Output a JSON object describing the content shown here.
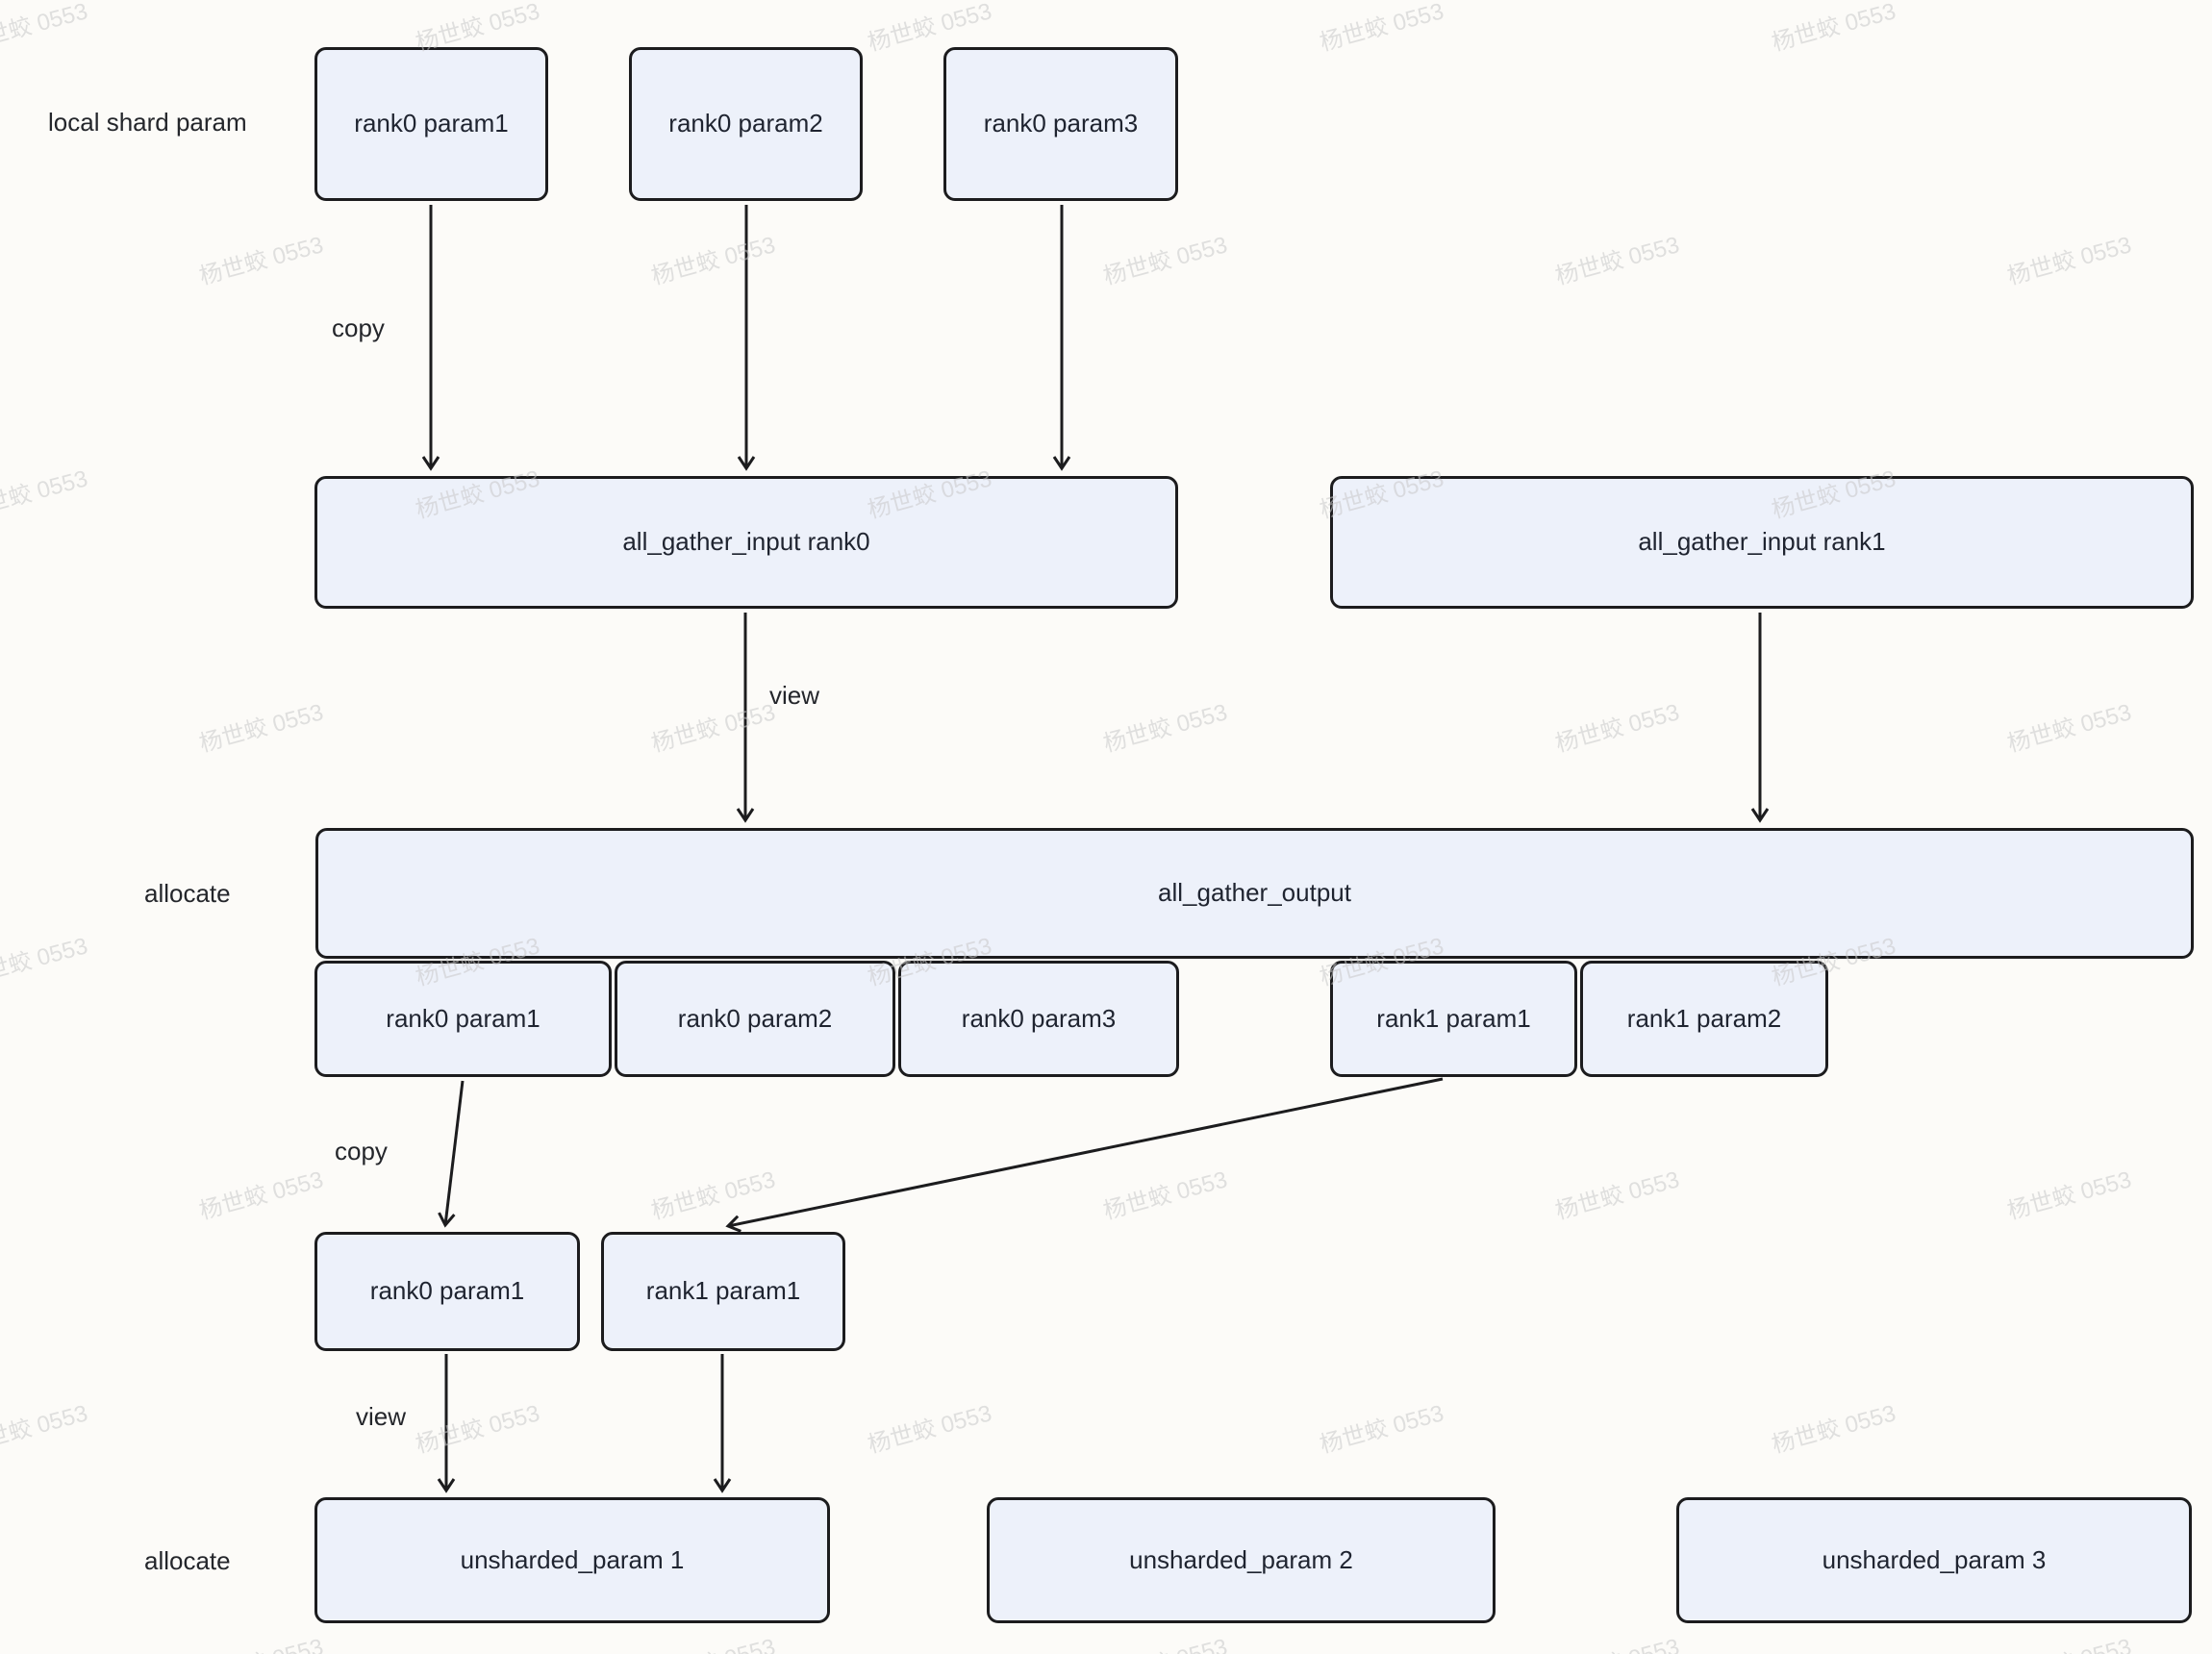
{
  "watermark": {
    "text": "杨世蛟 0553"
  },
  "labels": {
    "local_shard_param": "local shard param",
    "copy_top": "copy",
    "view_top": "view",
    "allocate_output": "allocate",
    "copy_bottom": "copy",
    "view_bottom": "view",
    "allocate_bottom": "allocate"
  },
  "nodes": {
    "local_shards": [
      "rank0 param1",
      "rank0 param2",
      "rank0 param3"
    ],
    "gather_inputs": [
      "all_gather_input rank0",
      "all_gather_input rank1"
    ],
    "gather_output": "all_gather_output",
    "output_segments": [
      "rank0 param1",
      "rank0 param2",
      "rank0 param3",
      "rank1 param1",
      "rank1 param2"
    ],
    "copied_params": [
      "rank0 param1",
      "rank1 param1"
    ],
    "unsharded_params": [
      "unsharded_param 1",
      "unsharded_param 2",
      "unsharded_param 3"
    ]
  },
  "colors": {
    "box_fill": "#edf1fa",
    "box_border": "#1c1c1e",
    "background": "#fcfbf8",
    "watermark": "#c9c9c9"
  }
}
